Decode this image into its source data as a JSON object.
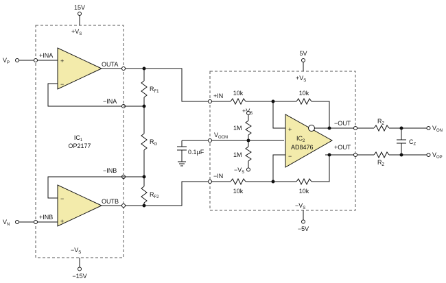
{
  "colors": {
    "amp_fill": "#f3ebab",
    "line": "#111111",
    "box": "#555555"
  },
  "supplies": {
    "ic1_pos": "15V",
    "ic1_pos_pin": {
      "main": "+V",
      "sub": "S"
    },
    "ic1_neg": "−15V",
    "ic1_neg_pin": {
      "main": "−V",
      "sub": "S"
    },
    "ic2_pos": "5V",
    "ic2_pos_pin": {
      "main": "+V",
      "sub": "S"
    },
    "ic2_neg": "−5V",
    "ic2_neg_pin": {
      "main": "−V",
      "sub": "S"
    }
  },
  "inputs": {
    "vp": {
      "main": "V",
      "sub": "P"
    },
    "vn": {
      "main": "V",
      "sub": "N"
    }
  },
  "outputs": {
    "von": {
      "main": "V",
      "sub": "ON"
    },
    "vop": {
      "main": "V",
      "sub": "OP"
    }
  },
  "ic1": {
    "name_main": "IC",
    "name_sub": "1",
    "part": "OP2177",
    "pins": {
      "plus_a": "+INA",
      "minus_a": "−INA",
      "out_a": "OUTA",
      "minus_b": "−INB",
      "plus_b": "+INB",
      "out_b": "OUTB"
    },
    "amp_a_plus": "+",
    "amp_a_minus": "−",
    "amp_b_minus": "−",
    "amp_b_plus": "+"
  },
  "resistors": {
    "rf1": {
      "main": "R",
      "sub": "F1"
    },
    "rg": {
      "main": "R",
      "sub": "G"
    },
    "rf2": {
      "main": "R",
      "sub": "F2"
    },
    "rz_top": {
      "main": "R",
      "sub": "Z"
    },
    "rz_bot": {
      "main": "R",
      "sub": "Z"
    },
    "r10k_in_top": "10k",
    "r10k_fb_top": "10k",
    "r10k_in_bot": "10k",
    "r10k_fb_bot": "10k",
    "r1m_top": "1M",
    "r1m_bot": "1M"
  },
  "capacitors": {
    "c_bypass": "0.1μF",
    "cz": {
      "main": "C",
      "sub": "Z"
    }
  },
  "ic2": {
    "name_main": "IC",
    "name_sub": "2",
    "part": "AD8476",
    "pins": {
      "plus_in": "+IN",
      "minus_in": "−IN",
      "vocm_main": "V",
      "vocm_sub": "OCM",
      "minus_out": "−OUT",
      "plus_out": "+OUT"
    },
    "vs_pos": {
      "main": "+V",
      "sub": "S"
    },
    "vs_neg": {
      "main": "−V",
      "sub": "S"
    },
    "amp_plus": "+",
    "amp_minus": "−"
  }
}
